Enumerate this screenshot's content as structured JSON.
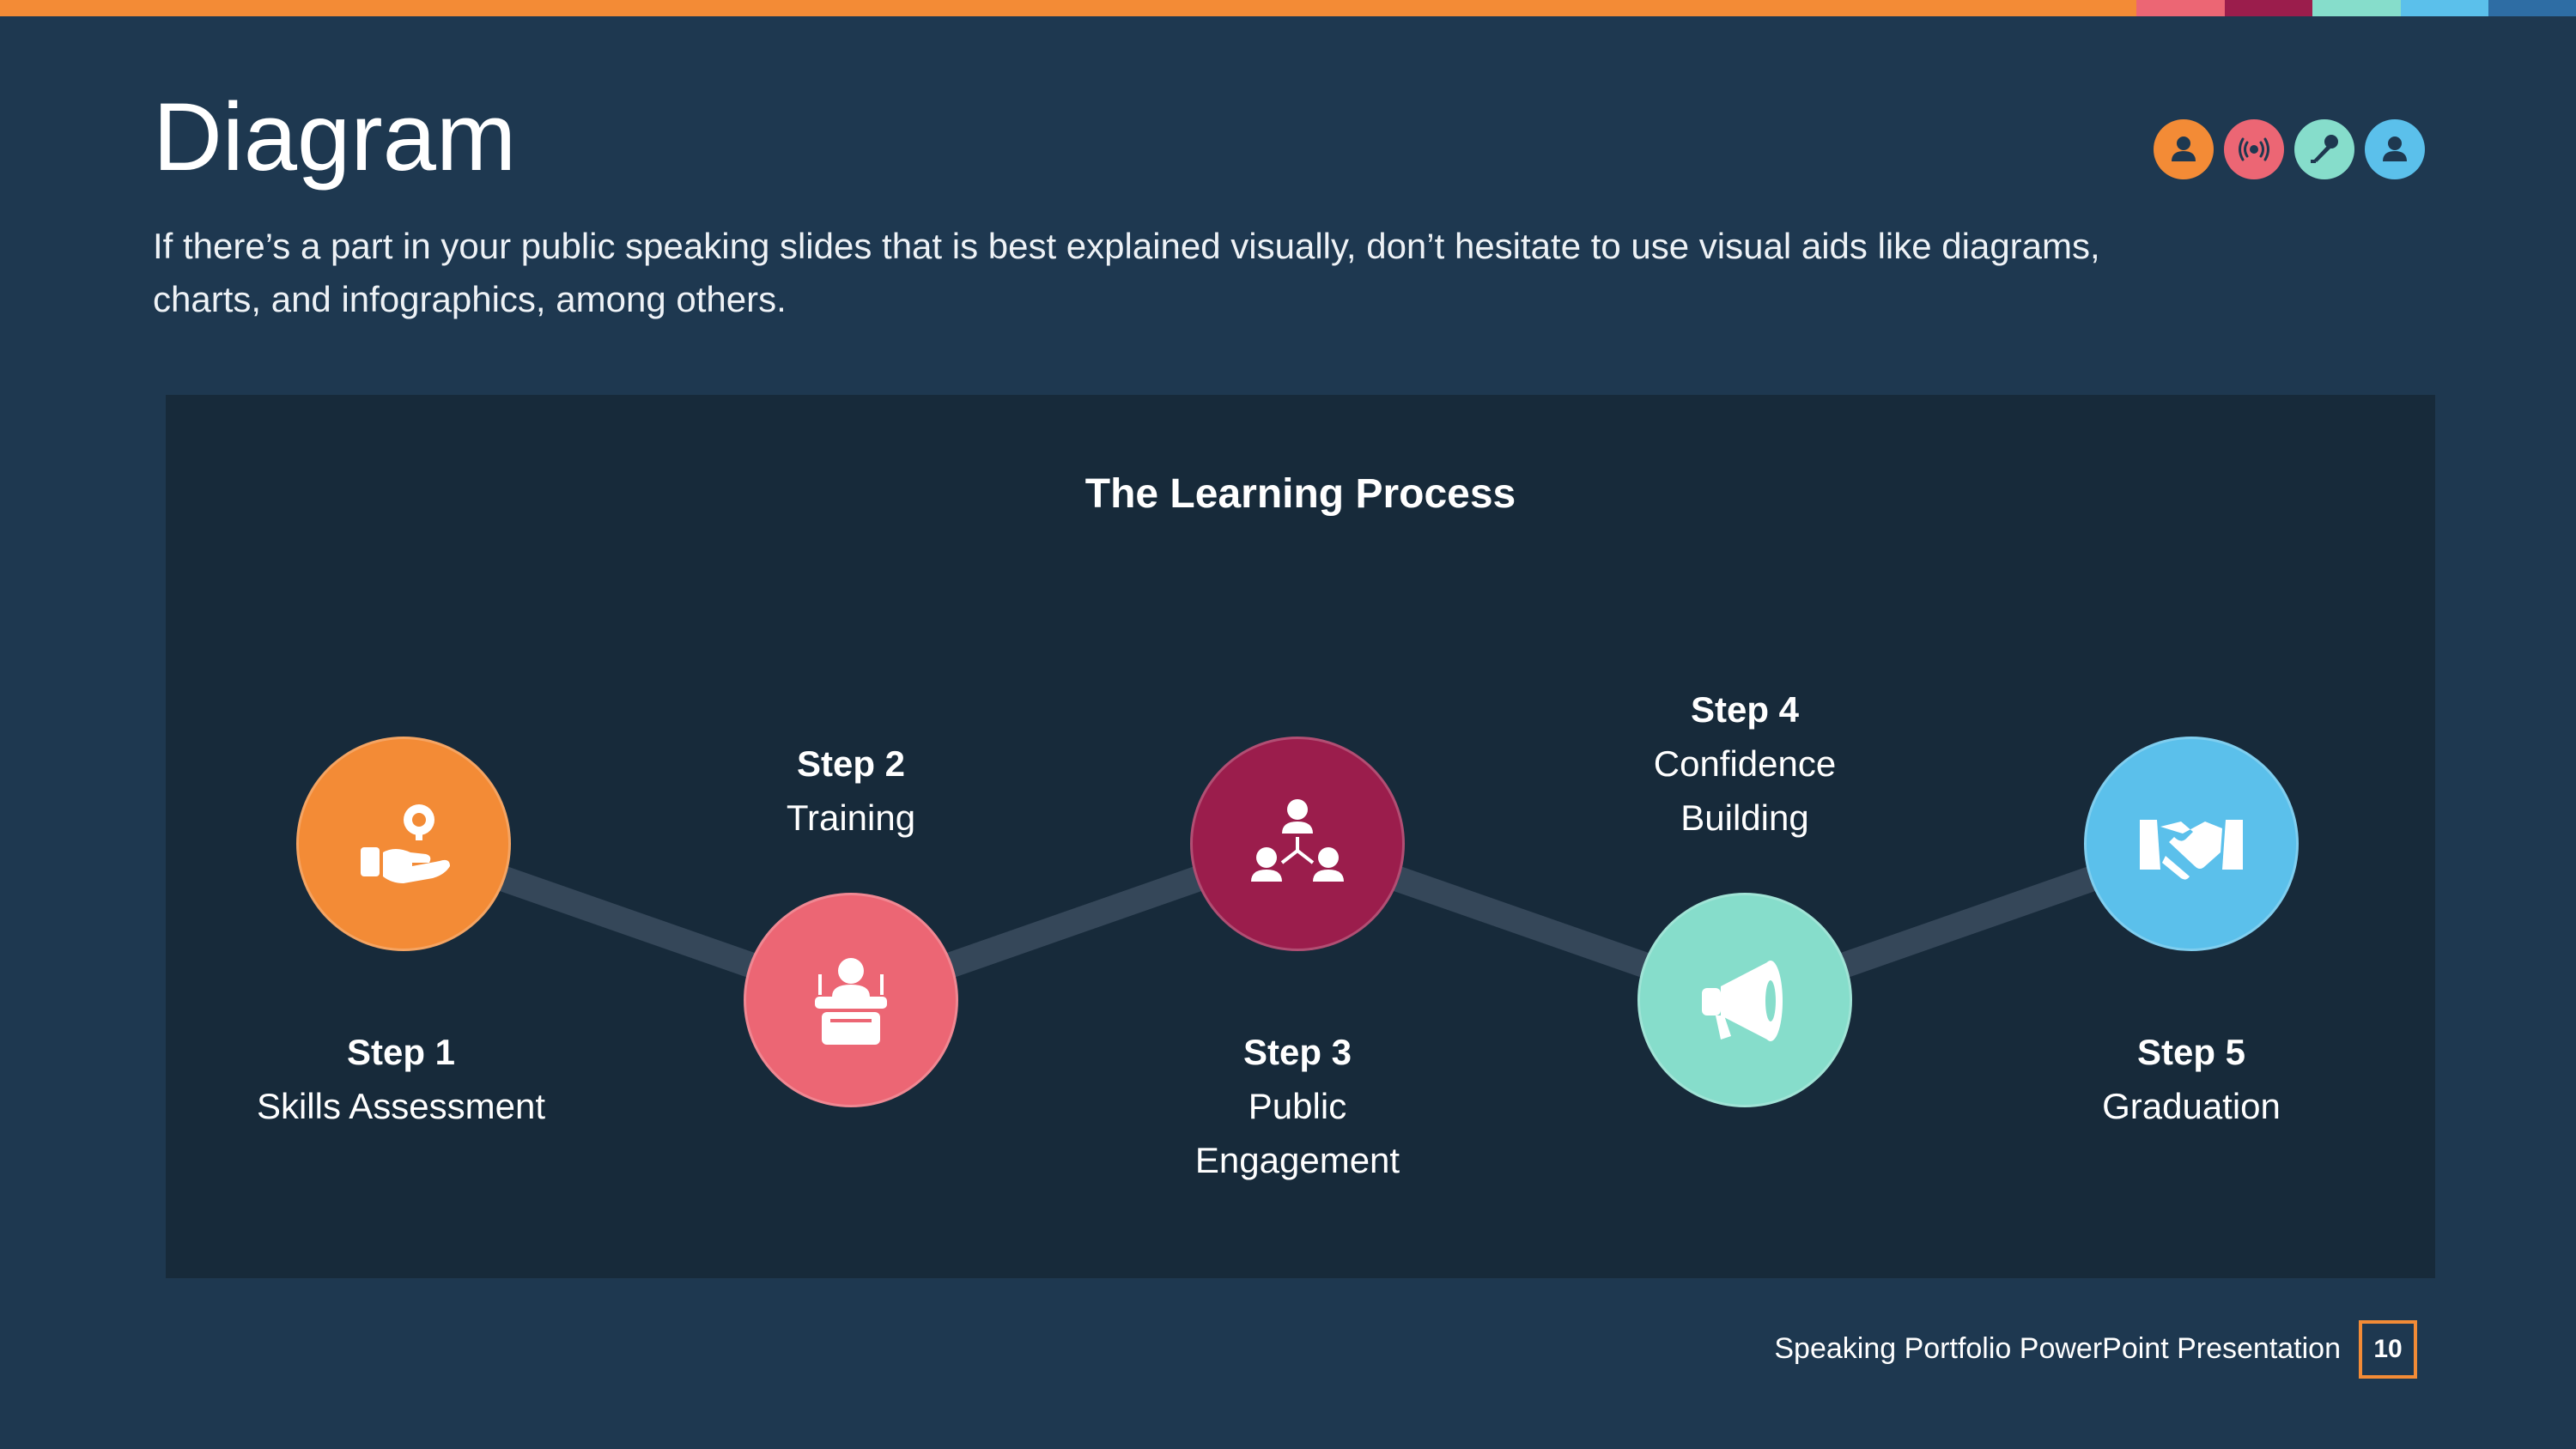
{
  "colors": {
    "background": "#1e3850",
    "panel": "#172a3a",
    "orange": "#f38b36",
    "coral": "#ec6674",
    "maroon": "#9b1d4c",
    "mint": "#86ddcb",
    "sky": "#5bc0eb",
    "connector": "#354759"
  },
  "top_bar": [
    "#f38b36",
    "#ec6674",
    "#9b1d4c",
    "#86ddcb",
    "#5bc0eb",
    "#2e6da4"
  ],
  "header": {
    "title": "Diagram",
    "description": "If there’s a part in your public speaking slides that is best explained visually, don’t hesitate to use visual aids like diagrams, charts, and infographics, among others."
  },
  "header_icons": [
    {
      "icon": "person-icon",
      "color": "#f38b36"
    },
    {
      "icon": "broadcast-icon",
      "color": "#ec6674"
    },
    {
      "icon": "microphone-icon",
      "color": "#86ddcb"
    },
    {
      "icon": "user-icon",
      "color": "#5bc0eb"
    }
  ],
  "diagram": {
    "title": "The Learning Process",
    "steps": [
      {
        "number": "Step 1",
        "name": "Skills Assessment",
        "icon": "hand-idea-icon",
        "color": "#f38b36"
      },
      {
        "number": "Step 2",
        "name": "Training",
        "icon": "speaker-podium-icon",
        "color": "#ec6674"
      },
      {
        "number": "Step 3",
        "name": "Public\nEngagement",
        "icon": "audience-network-icon",
        "color": "#9b1d4c"
      },
      {
        "number": "Step 4",
        "name": "Confidence\nBuilding",
        "icon": "megaphone-icon",
        "color": "#86ddcb"
      },
      {
        "number": "Step 5",
        "name": "Graduation",
        "icon": "handshake-icon",
        "color": "#5bc0eb"
      }
    ]
  },
  "footer": {
    "text": "Speaking Portfolio PowerPoint Presentation",
    "page": "10"
  }
}
